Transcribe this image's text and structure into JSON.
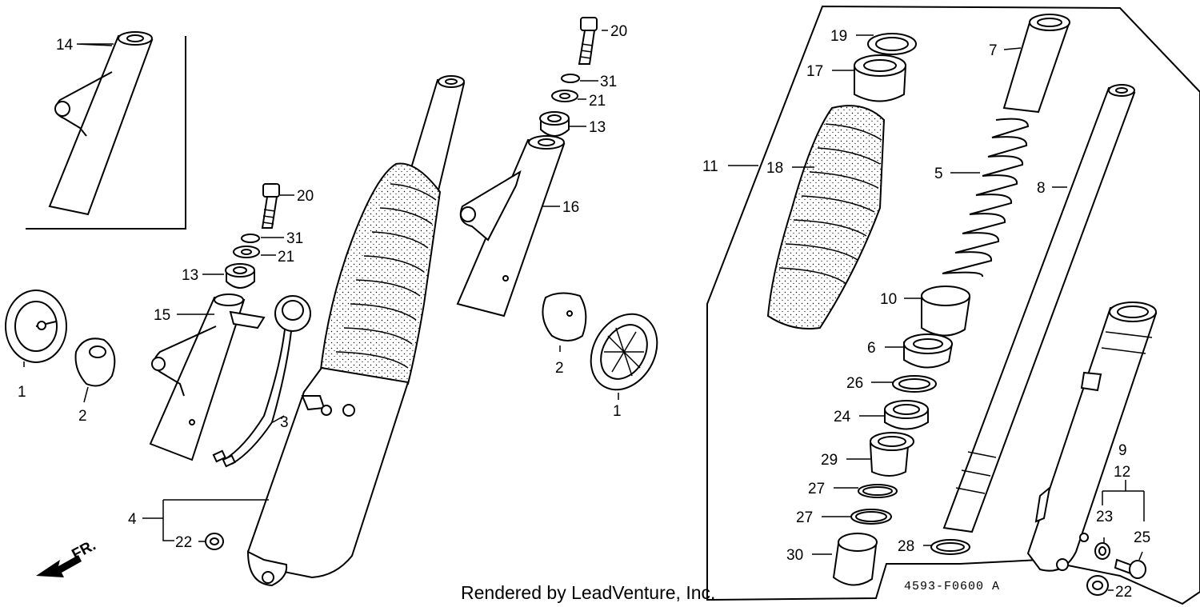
{
  "labels": {
    "p1a": "1",
    "p1b": "1",
    "p2a": "2",
    "p2b": "2",
    "p3": "3",
    "p4": "4",
    "p5": "5",
    "p6": "6",
    "p7": "7",
    "p8": "8",
    "p9": "9",
    "p10": "10",
    "p11": "11",
    "p12": "12",
    "p13a": "13",
    "p13b": "13",
    "p14": "14",
    "p15": "15",
    "p16": "16",
    "p17": "17",
    "p18": "18",
    "p19": "19",
    "p20a": "20",
    "p20b": "20",
    "p21a": "21",
    "p21b": "21",
    "p22a": "22",
    "p22b": "22",
    "p23": "23",
    "p24": "24",
    "p25": "25",
    "p26": "26",
    "p27a": "27",
    "p27b": "27",
    "p28": "28",
    "p29": "29",
    "p30": "30",
    "p31a": "31",
    "p31b": "31"
  },
  "direction_label": "FR.",
  "footer": "Rendered by LeadVenture, Inc.",
  "diagram_code": "4593-F0600 A"
}
